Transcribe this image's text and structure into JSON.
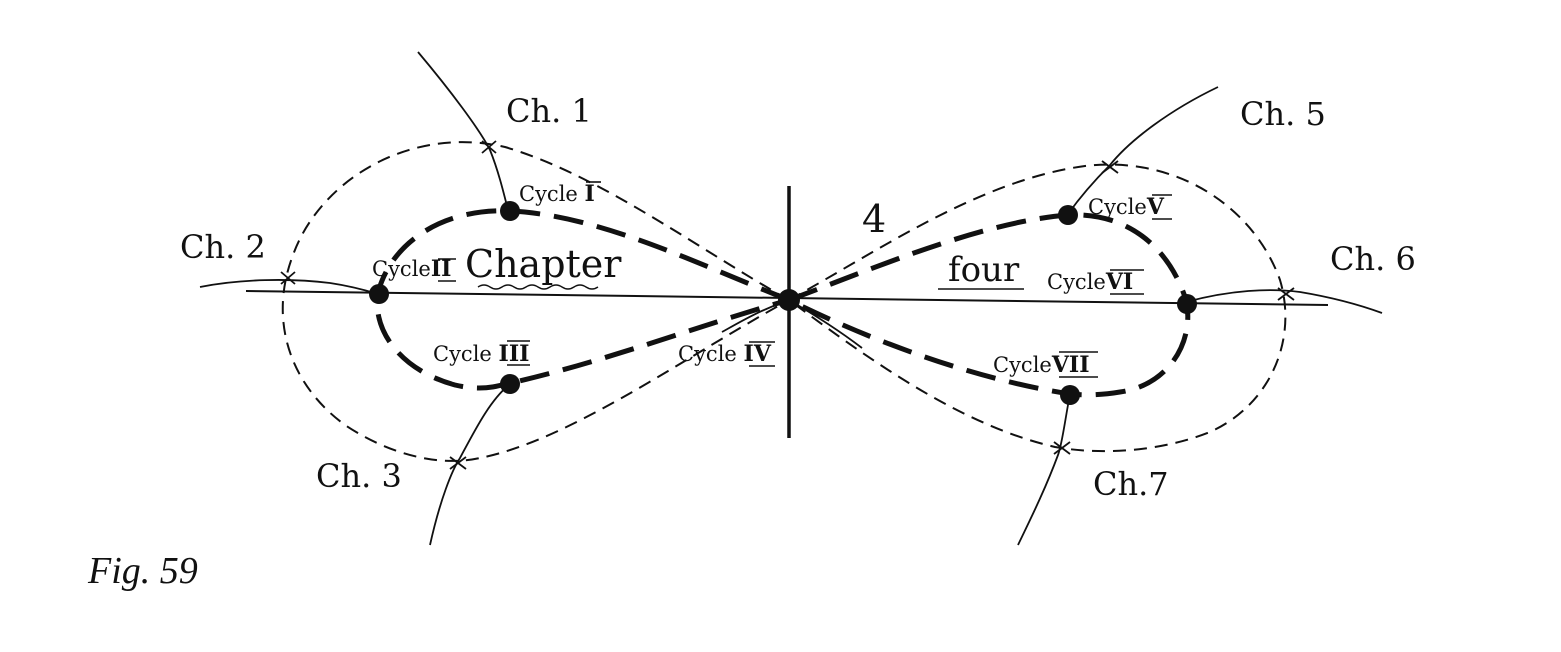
{
  "figure": {
    "caption": "Fig. 59",
    "center_number": "4",
    "center_words": [
      "Chapter",
      "four"
    ],
    "chapters": [
      "Ch. 1",
      "Ch. 2",
      "Ch. 3",
      "Ch. 5",
      "Ch. 6",
      "Ch.7"
    ],
    "cycle_word": "Cycle",
    "cycles": [
      {
        "word": "Cycle",
        "numeral": "I"
      },
      {
        "word": "Cycle",
        "numeral": "II"
      },
      {
        "word": "Cycle",
        "numeral": "III"
      },
      {
        "word": "Cycle",
        "numeral": "IV"
      },
      {
        "word": "Cycle",
        "numeral": "V"
      },
      {
        "word": "Cycle",
        "numeral": "VI"
      },
      {
        "word": "Cycle",
        "numeral": "VII"
      }
    ],
    "ink_color": "#111111",
    "background_color": "#ffffff"
  }
}
